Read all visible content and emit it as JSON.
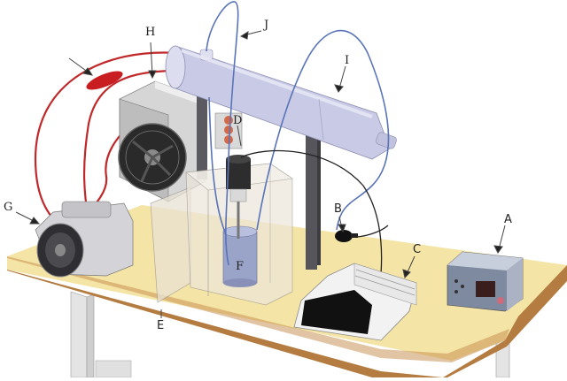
{
  "diagram": {
    "type": "experimental-apparatus-3d-illustration",
    "colors": {
      "table_top": "#f4e4a6",
      "table_edge": "#b07a3e",
      "table_legs": "#e6e6e6",
      "heat_exchanger_tube": "#c9cbe6",
      "hot_line": "#c0282a",
      "cold_line": "#5a74b8",
      "acrylic_tank": "#e9e4dc",
      "fan_frame": "#cfcfcf",
      "support_posts": "#55555b"
    },
    "labels": {
      "A": "A",
      "B": "B",
      "C": "C",
      "D": "D",
      "E": "E",
      "F": "F",
      "G": "G",
      "H": "H",
      "J": "J",
      "I": "I"
    },
    "components": [
      {
        "id": "A",
        "description": "control box with digital display"
      },
      {
        "id": "B",
        "description": "pump / flow sensor"
      },
      {
        "id": "C",
        "description": "data logger with screen"
      },
      {
        "id": "D",
        "description": "stirrer motor"
      },
      {
        "id": "E",
        "description": "acrylic tank"
      },
      {
        "id": "F",
        "description": "beaker / container"
      },
      {
        "id": "G",
        "description": "electric motor"
      },
      {
        "id": "H",
        "description": "fan / radiator unit"
      },
      {
        "id": "I",
        "description": "tube heat exchanger"
      },
      {
        "id": "J",
        "description": "coolant hose"
      }
    ]
  }
}
